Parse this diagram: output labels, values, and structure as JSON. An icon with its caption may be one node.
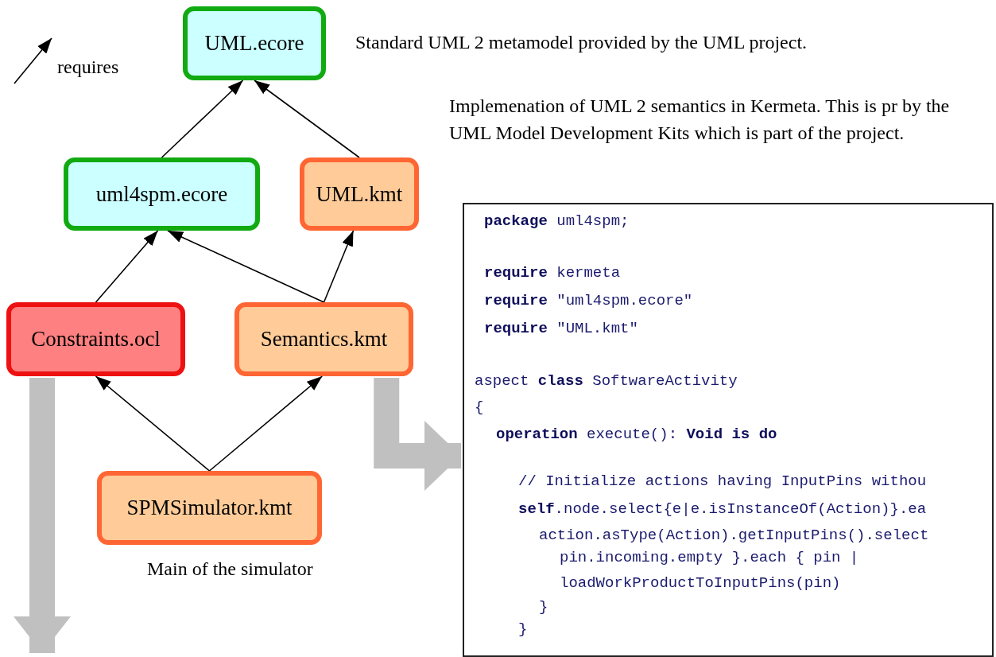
{
  "diagram": {
    "nodes": [
      {
        "text": [
          "UML.ecore"
        ],
        "beside": [
          "Standard UML 2 metamodel provided by the UML project."
        ]
      },
      {
        "text": [
          "uml4spm.ecore"
        ]
      },
      {
        "text": [
          "UML.kmt"
        ],
        "beside": [
          "Implemenation of UML 2 semantics in Kermeta. This is pr by the UML Model Development Kits which is part of the project."
        ]
      },
      {
        "text": [
          "Constraints.ocl"
        ]
      },
      {
        "text": [
          "Semantics.kmt"
        ]
      },
      {
        "text": [
          "SPMSimulator.kmt"
        ],
        "beside": [
          "Main of the simulator"
        ]
      },
      {
        "text": [
          "**package** uml4spm;",
          "**require** kermeta",
          "**require** \"uml4spm.ecore\"",
          "**require** \"UML.kmt\"",
          "aspect **class** SoftwareActivity",
          "{",
          "**operation** execute(): **Void is do**",
          "// Initialize actions having InputPins withou",
          "**self**.node.select{e|e.isInstanceOf(Action)}.ea",
          "action.asType(Action).getInputPins().select",
          "pin.incoming.empty }.each { pin |",
          "loadWorkProductToInputPins(pin)",
          "}",
          "}"
        ]
      }
    ],
    "edges": [
      {
        "from": 1,
        "to": 0,
        "arrow": "to"
      },
      {
        "from": 2,
        "to": 0,
        "arrow": "to"
      },
      {
        "from": 3,
        "to": 1,
        "arrow": "to"
      },
      {
        "from": 4,
        "to": 1,
        "arrow": "to"
      },
      {
        "from": 4,
        "to": 2,
        "arrow": "to"
      },
      {
        "from": 5,
        "to": 3,
        "arrow": "to"
      },
      {
        "from": 5,
        "to": 4,
        "arrow": "to"
      },
      {
        "from": 4,
        "to": 6,
        "arrow": "to",
        "style": "thick",
        "color": "#c0c0c0"
      },
      {
        "from": 3,
        "to": null,
        "arrow": "to",
        "style": "thick",
        "color": "#c0c0c0"
      }
    ],
    "legend": [
      {
        "text": "requires"
      }
    ]
  }
}
